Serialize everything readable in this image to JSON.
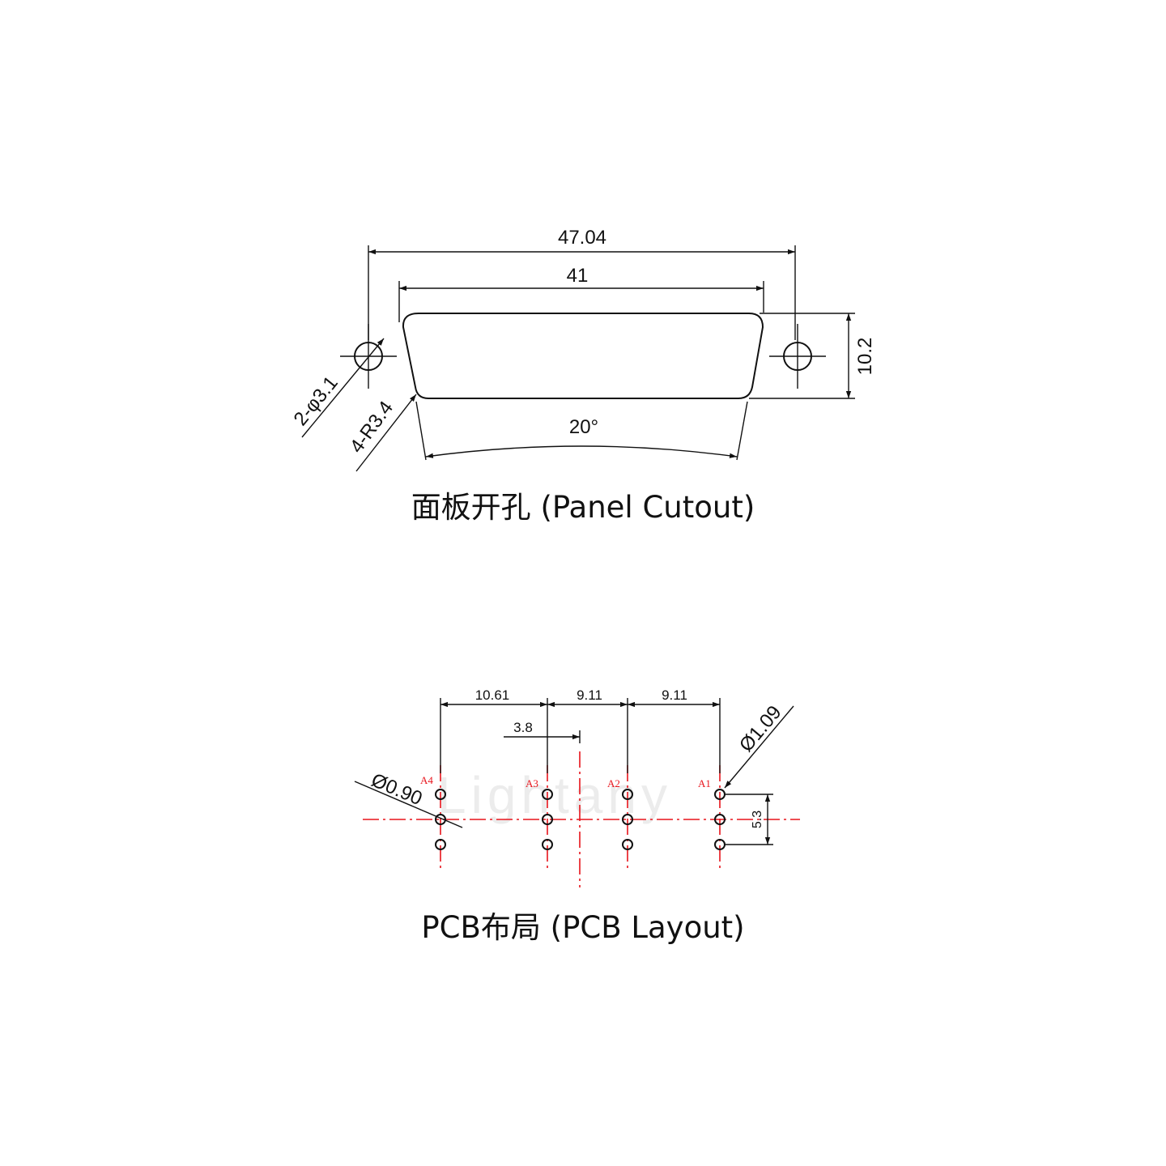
{
  "panel_cutout": {
    "caption": "面板开孔 (Panel Cutout)",
    "dim_overall_width": "47.04",
    "dim_shell_width": "41",
    "dim_height": "10.2",
    "dim_angle": "20°",
    "dim_mount_holes": "2-φ3.1",
    "dim_corner_radius": "4-R3.4"
  },
  "pcb_layout": {
    "caption": "PCB布局 (PCB Layout)",
    "dim_pitch_a4_a3": "10.61",
    "dim_pitch_a3_a2": "9.11",
    "dim_pitch_a2_a1": "9.11",
    "dim_offset": "3.8",
    "dim_row_span": "5.3",
    "dim_pin_dia_small": "Ø0.90",
    "dim_pin_dia_large": "Ø1.09",
    "pin_labels": [
      "A4",
      "A3",
      "A2",
      "A1"
    ]
  },
  "watermark": "Lightany",
  "colors": {
    "line": "#111111",
    "centerline": "#e8141c",
    "pin_label": "#e8141c"
  }
}
